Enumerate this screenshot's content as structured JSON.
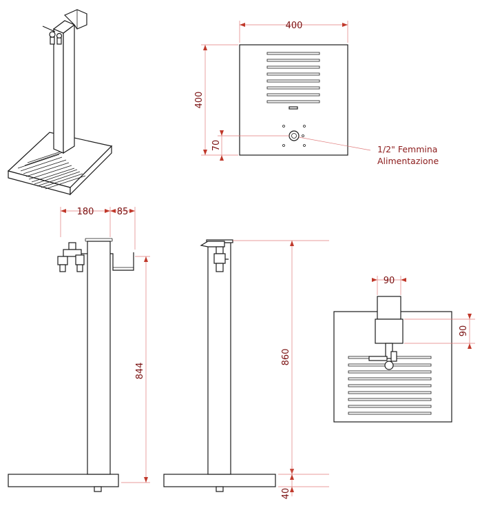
{
  "dimensions": {
    "plan_width": "400",
    "plan_depth": "400",
    "inlet_offset": "70",
    "front_left": "180",
    "front_right": "85",
    "front_height": "844",
    "side_height": "860",
    "base_thickness": "40",
    "top_width": "90",
    "top_depth": "90"
  },
  "callout": {
    "line1": "1/2\" Femmina",
    "line2": "Alimentazione"
  },
  "colors": {
    "dimension_text": "#7a1010",
    "dimension_line": "#e07a7a",
    "drawing_line": "#1a1a1a"
  }
}
